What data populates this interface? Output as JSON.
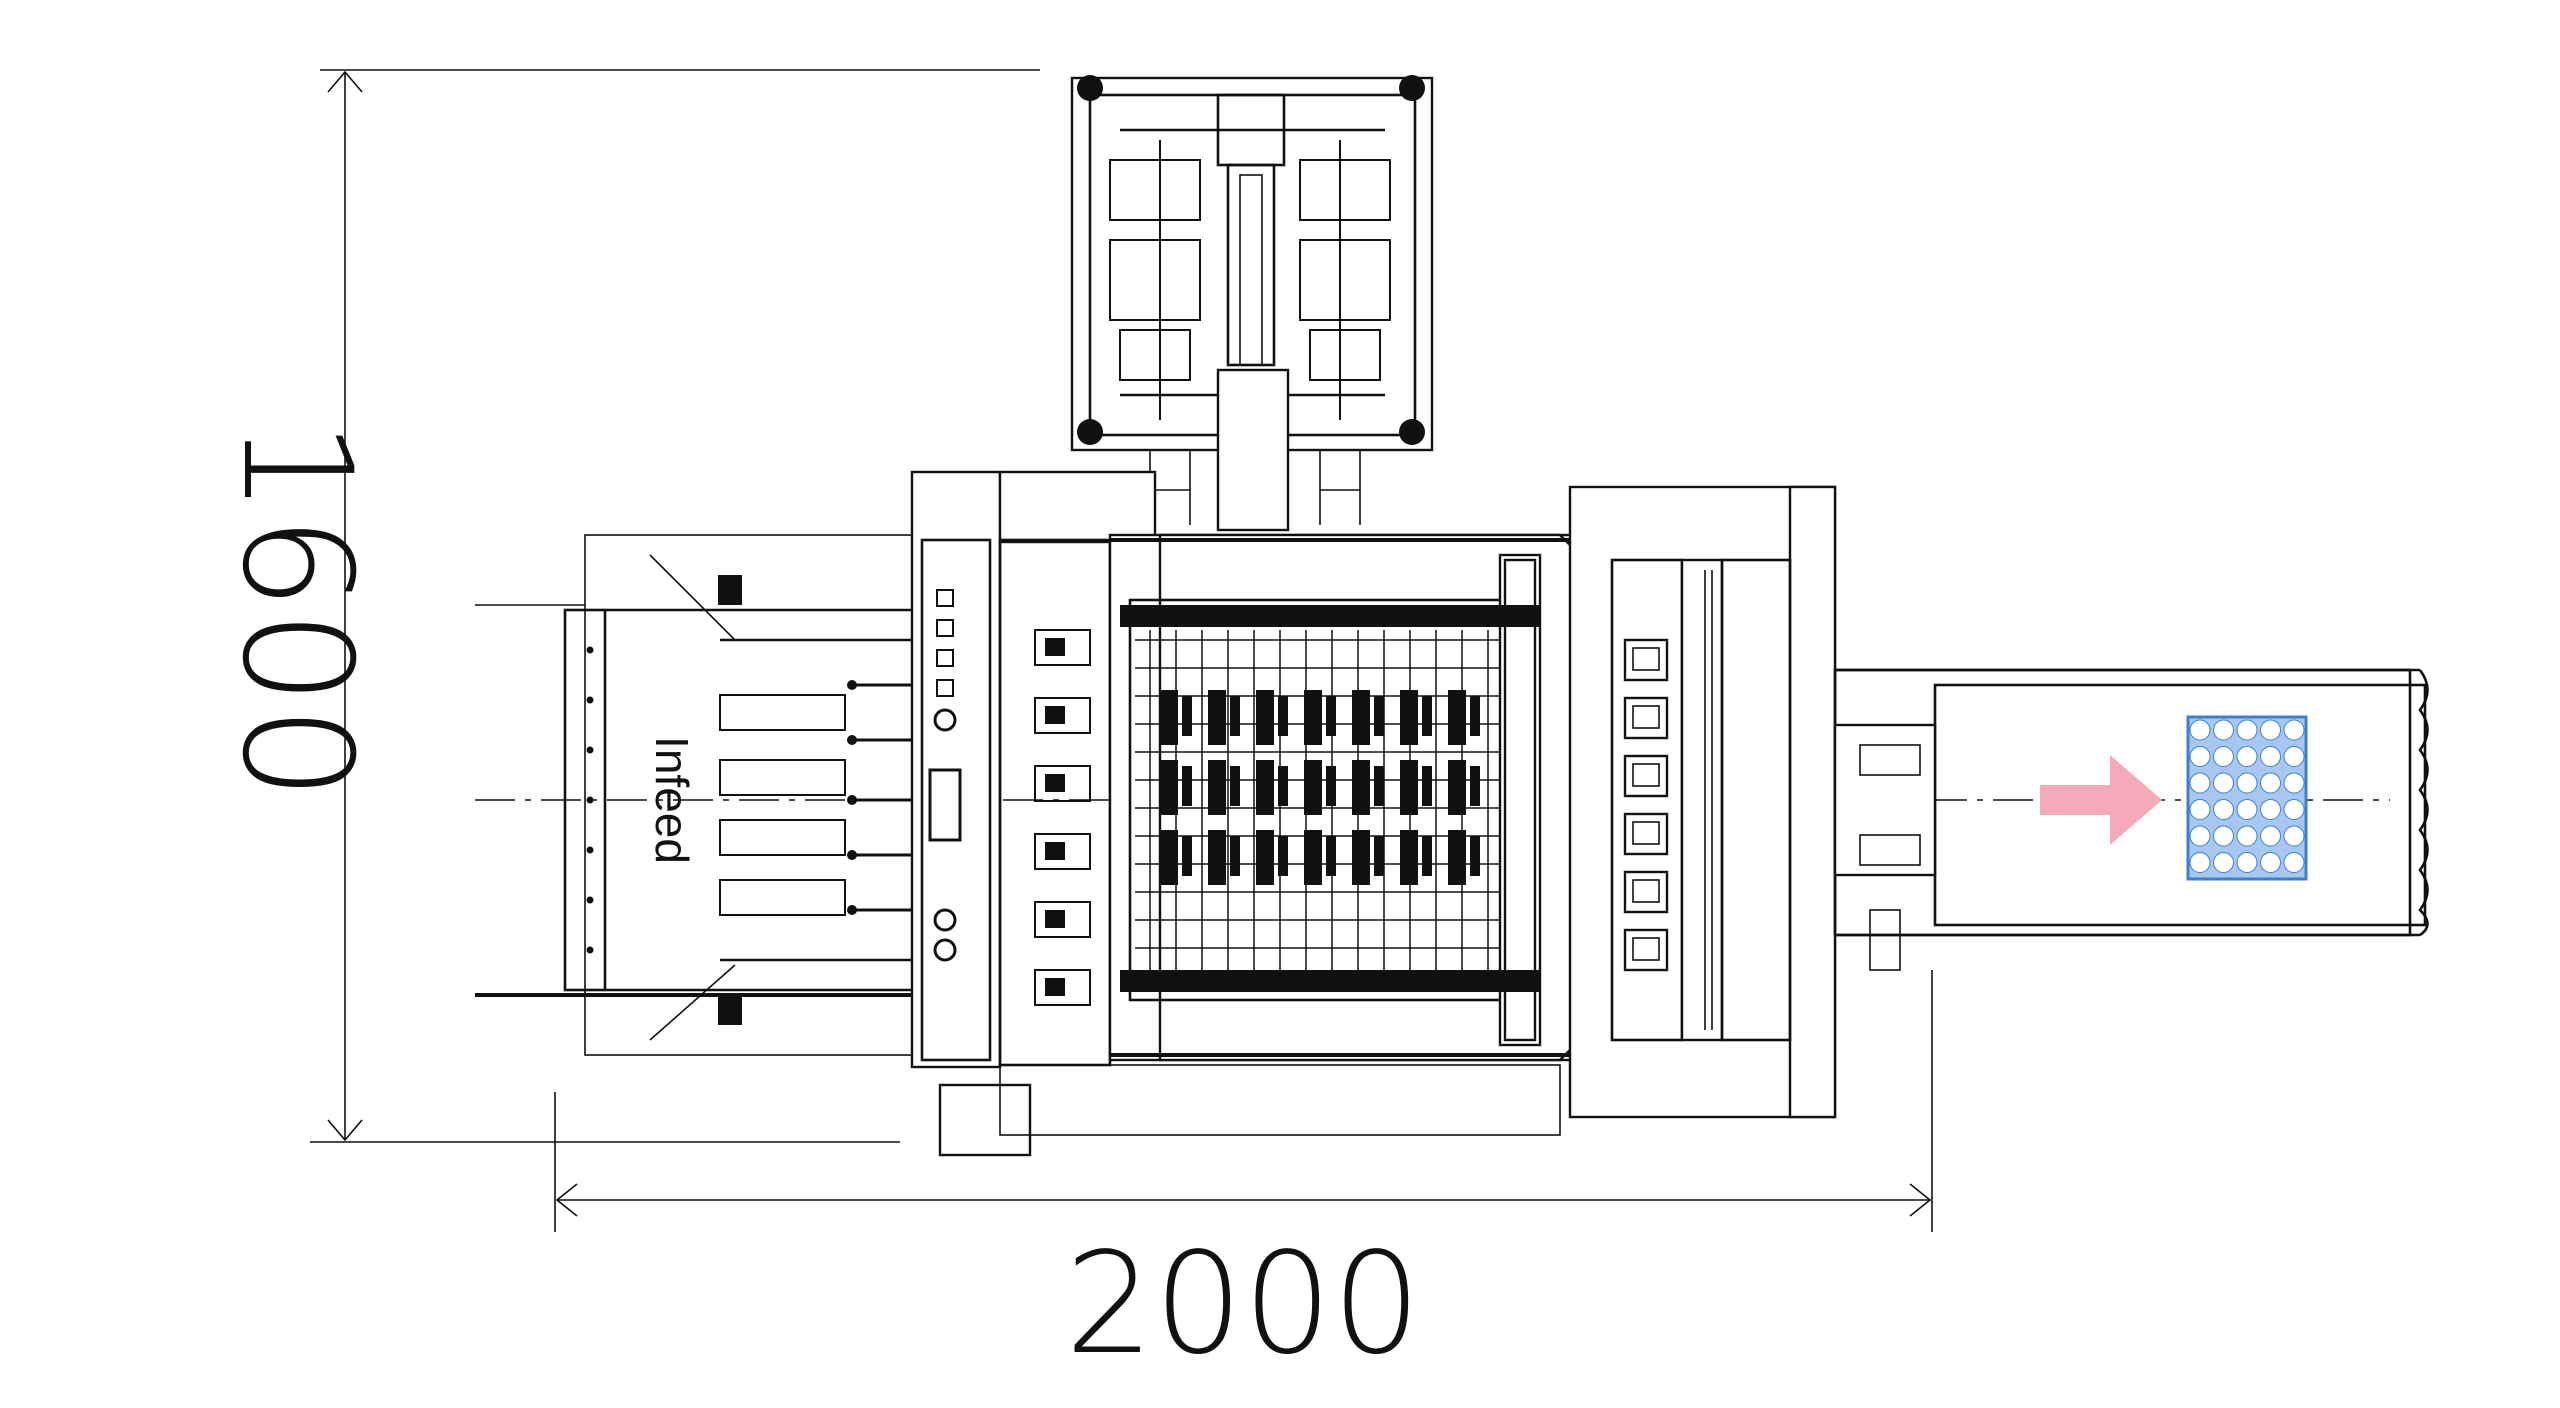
{
  "dimensions": {
    "height_label": "1600",
    "width_label": "2000"
  },
  "labels": {
    "infeed": "Infeed"
  },
  "colors": {
    "line": "#111111",
    "arrow": "#f4aab8",
    "tray": "#a7c7f0",
    "tray_border": "#3a7fd0"
  },
  "icons": {
    "flow_arrow": "flow-direction-arrow-icon",
    "product_tray": "egg-tray-icon"
  },
  "tray": {
    "rows": 6,
    "cols": 5
  }
}
